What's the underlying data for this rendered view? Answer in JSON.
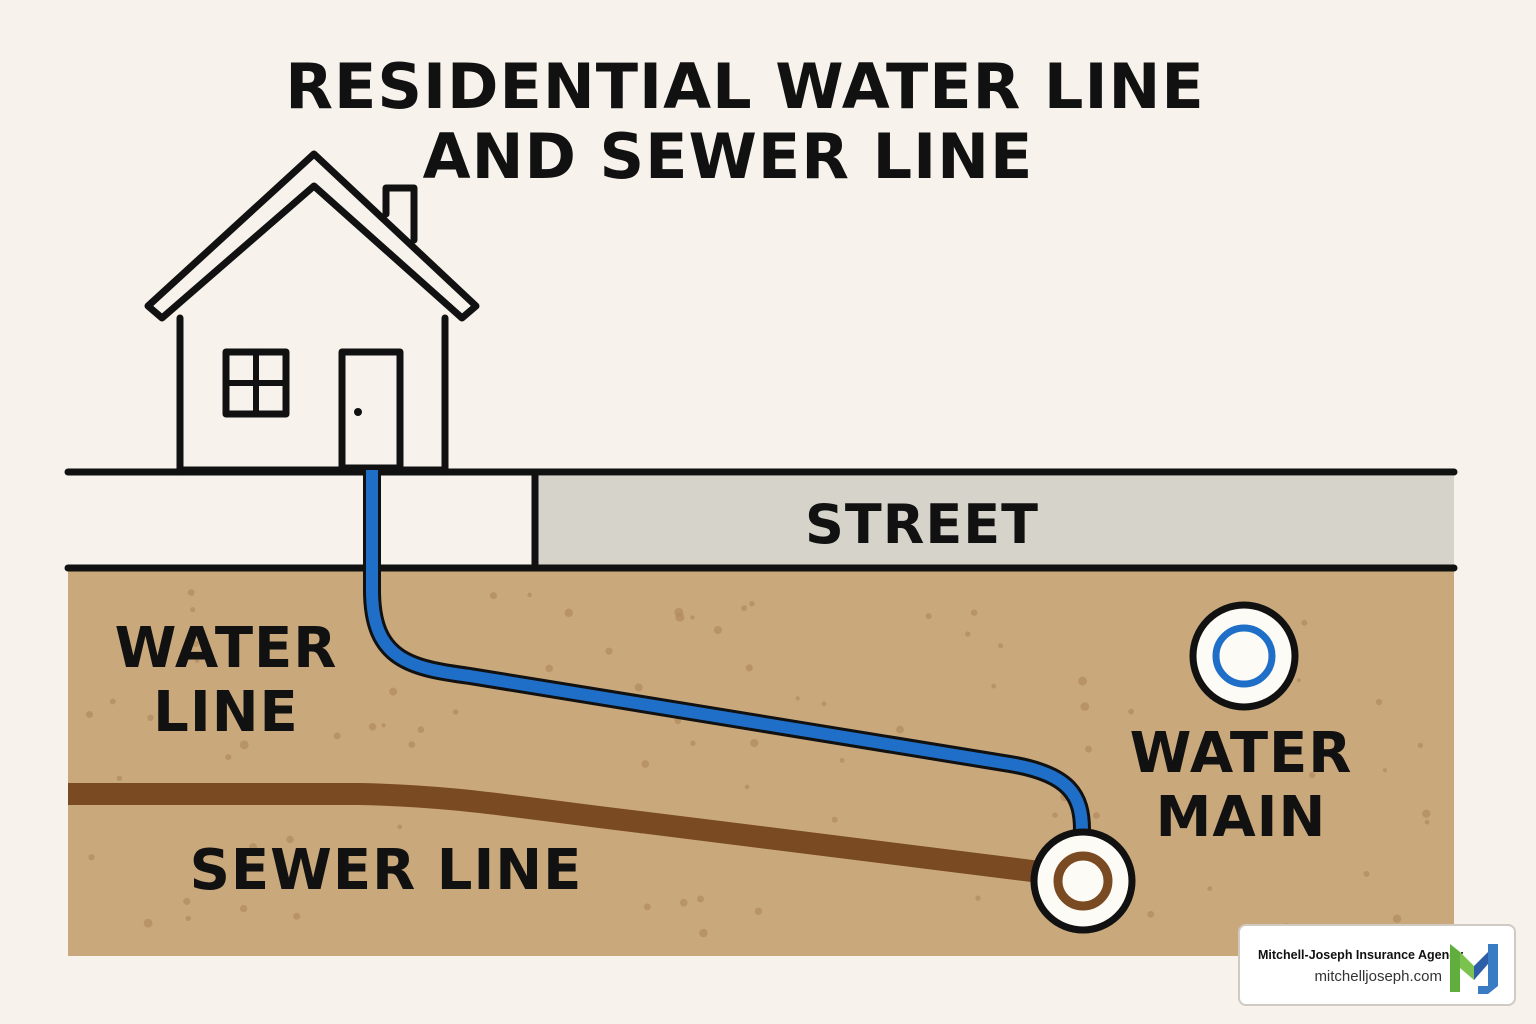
{
  "title": {
    "line1": "RESIDENTIAL WATER LINE",
    "line2": "AND SEWER LINE"
  },
  "labels": {
    "street": "STREET",
    "water_line_1": "WATER",
    "water_line_2": "LINE",
    "sewer_line": "SEWER LINE",
    "water_main_1": "WATER",
    "water_main_2": "MAIN"
  },
  "badge": {
    "name": "Mitchell-Joseph Insurance Agency",
    "site": "mitchelljoseph.com"
  },
  "colors": {
    "background": "#f7f3ec",
    "soil": "#c9a87c",
    "soil_speck": "#b08a5e",
    "street": "#d6d3ca",
    "water_pipe": "#1f6fc8",
    "sewer_pipe": "#7a4a22",
    "outline": "#111111",
    "logo_green": "#5fae3e",
    "logo_blue": "#2d5fa8"
  }
}
